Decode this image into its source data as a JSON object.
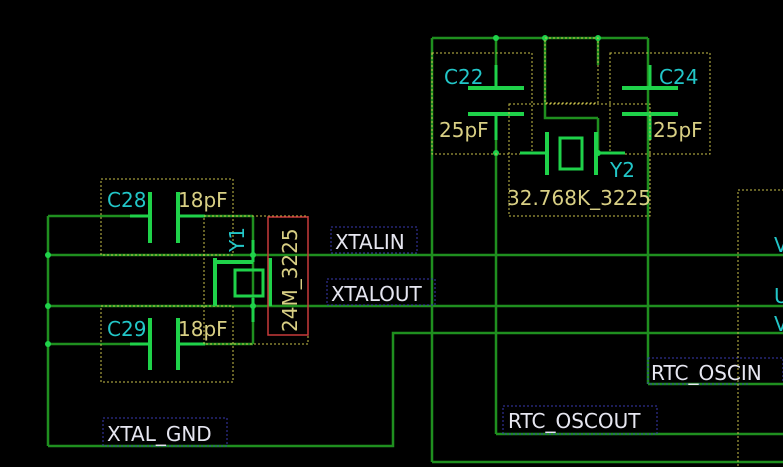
{
  "components": {
    "c22": {
      "ref": "C22",
      "value": "25pF"
    },
    "c24": {
      "ref": "C24",
      "value": "25pF"
    },
    "c28": {
      "ref": "C28",
      "value": "18pF"
    },
    "c29": {
      "ref": "C29",
      "value": "18pF"
    },
    "y1": {
      "ref": "Y1",
      "value": "24M_3225"
    },
    "y2": {
      "ref": "Y2",
      "value": "32.768K_3225"
    }
  },
  "nets": {
    "xtalin": "XTALIN",
    "xtalout": "XTALOUT",
    "xtal_gnd": "XTAL_GND",
    "rtc_oscin": "RTC_OSCIN",
    "rtc_oscout": "RTC_OSCOUT",
    "edge_v1": "V",
    "edge_u": "U",
    "edge_v2": "V"
  },
  "colors": {
    "background": "#000000",
    "wire": "#1f8f1f",
    "pin": "#1fd24a",
    "ref_text": "#22c6c8",
    "value_text": "#d8cf84",
    "net_text": "#e6e6f0",
    "component_outline": "#c9c04a",
    "net_label_box": "#3a3ab0",
    "crystal_outline": "#c83b3b"
  }
}
